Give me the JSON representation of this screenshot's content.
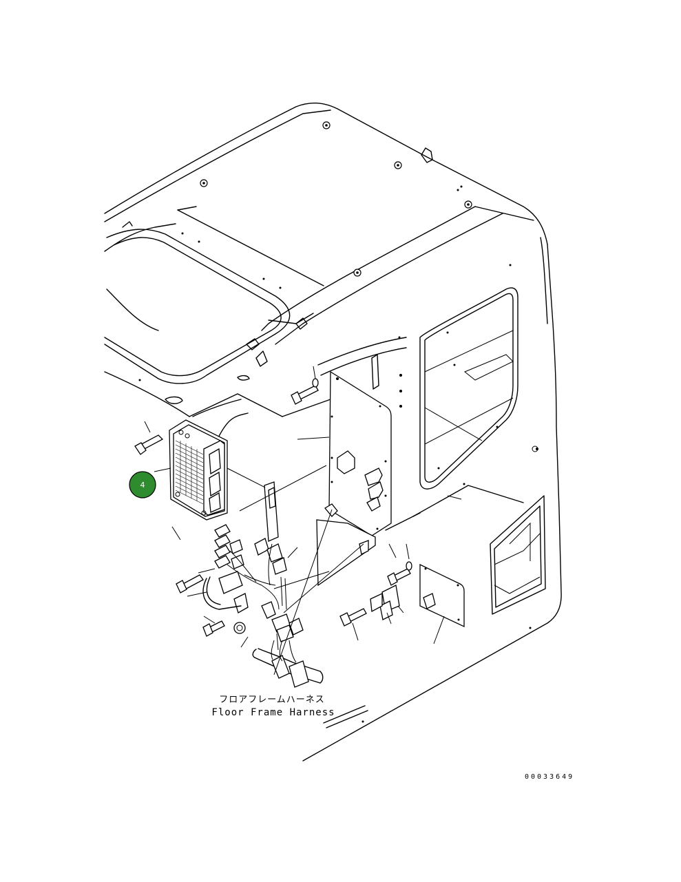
{
  "callouts": [
    {
      "number": "4",
      "color": "#2e8b2e"
    }
  ],
  "harness_label": {
    "japanese": "フロアフレームハーネス",
    "english": "Floor Frame Harness"
  },
  "drawing_code": "00033649"
}
